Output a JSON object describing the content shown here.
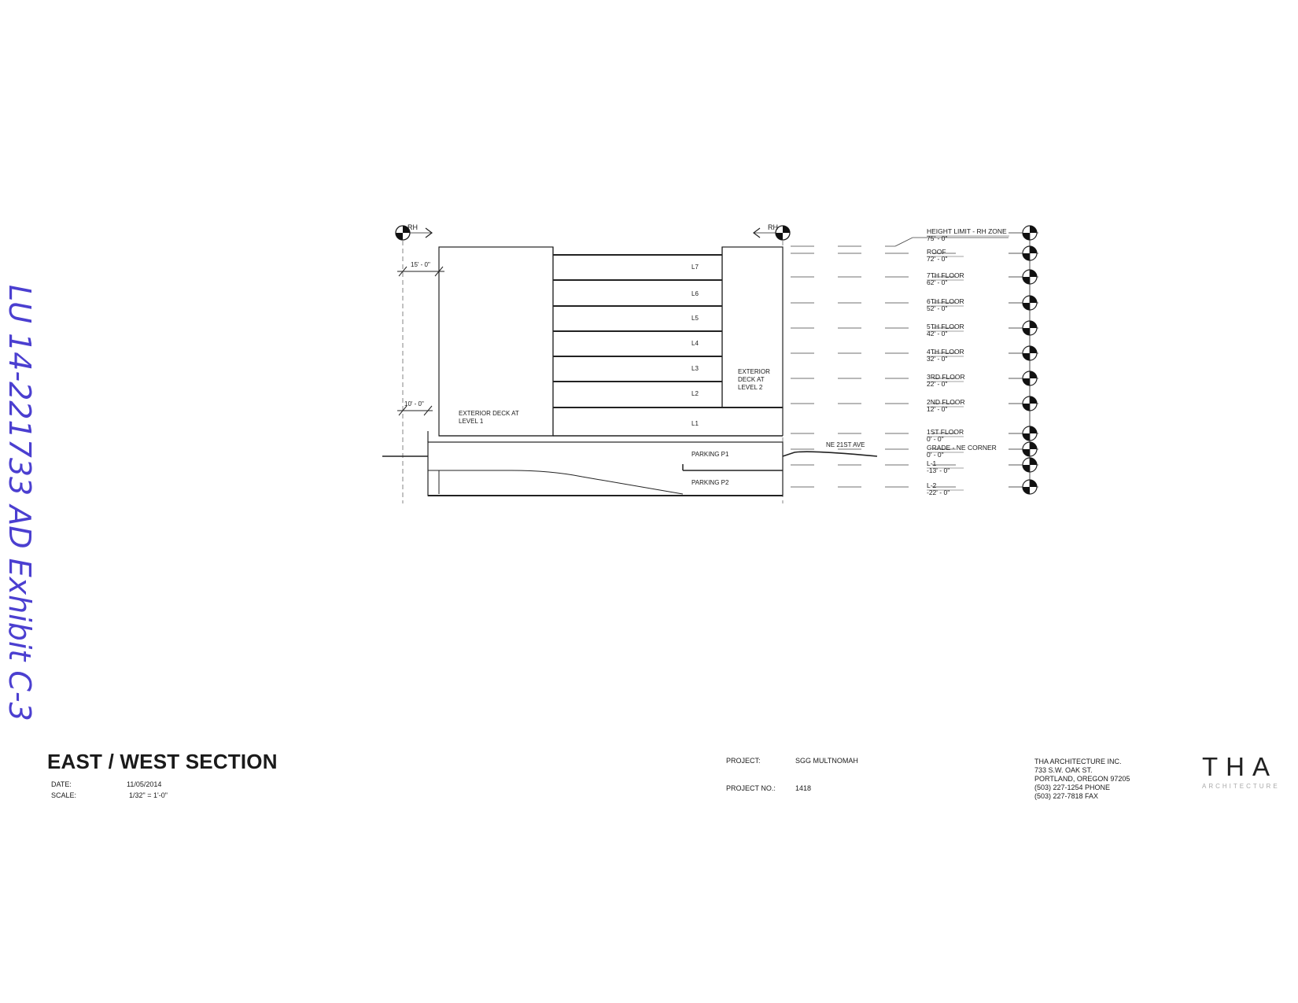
{
  "annotation": {
    "handwritten": "LU 14-221733 AD  Exhibit C-3"
  },
  "section": {
    "rh_markers": [
      "RH",
      "RH"
    ],
    "dimensions": {
      "upper": "15' - 0\"",
      "lower": "10' - 0\""
    },
    "floor_labels": [
      "L7",
      "L6",
      "L5",
      "L4",
      "L3",
      "L2",
      "L1"
    ],
    "parking_labels": [
      "PARKING P1",
      "PARKING P2"
    ],
    "deck_level_1": [
      "EXTERIOR DECK AT",
      "LEVEL 1"
    ],
    "deck_level_2": [
      "EXTERIOR",
      "DECK AT",
      "LEVEL 2"
    ],
    "street": "NE 21ST AVE"
  },
  "levels": [
    {
      "name": "HEIGHT LIMIT - RH ZONE",
      "elev": "75' - 0\""
    },
    {
      "name": "ROOF",
      "elev": "72' - 0\""
    },
    {
      "name": "7TH FLOOR",
      "elev": "62' - 0\""
    },
    {
      "name": "6TH FLOOR",
      "elev": "52' - 0\""
    },
    {
      "name": "5TH FLOOR",
      "elev": "42' - 0\""
    },
    {
      "name": "4TH FLOOR",
      "elev": "32' - 0\""
    },
    {
      "name": "3RD FLOOR",
      "elev": "22' - 0\""
    },
    {
      "name": "2ND FLOOR",
      "elev": "12' - 0\""
    },
    {
      "name": "1ST FLOOR",
      "elev": "0' - 0\""
    },
    {
      "name": "GRADE - NE CORNER",
      "elev": "0' - 0\""
    },
    {
      "name": "L-1",
      "elev": "-13' - 0\""
    },
    {
      "name": "L-2",
      "elev": "-22' - 0\""
    }
  ],
  "title_block": {
    "title": "EAST / WEST SECTION",
    "date_label": "DATE:",
    "date": "11/05/2014",
    "scale_label": "SCALE:",
    "scale": "1/32\" = 1'-0\"",
    "project_label": "PROJECT:",
    "project": "SGG MULTNOMAH",
    "project_no_label": "PROJECT NO.:",
    "project_no": "1418",
    "firm": [
      "THA ARCHITECTURE INC.",
      "733 S.W. OAK ST.",
      "PORTLAND, OREGON 97205",
      "(503) 227-1254 PHONE",
      "(503) 227-7818 FAX"
    ],
    "logo": "THA",
    "logo_sub": "ARCHITECTURE"
  }
}
